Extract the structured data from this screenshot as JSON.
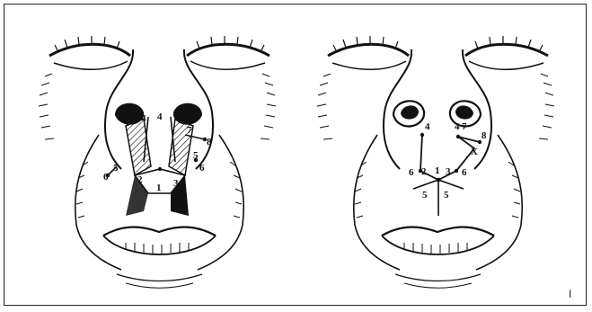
{
  "figure": {
    "colors": {
      "ink": "#111111",
      "paper": "#ffffff",
      "frame": "#222222"
    },
    "left_panel": {
      "labels": [
        "1",
        "2",
        "3",
        "4",
        "4",
        "5",
        "5",
        "6",
        "6",
        "7",
        "8"
      ]
    },
    "right_panel": {
      "labels": [
        "1",
        "2",
        "3",
        "4",
        "4",
        "5",
        "5",
        "6",
        "6",
        "7",
        "8",
        "X"
      ]
    },
    "corner_mark": "I"
  }
}
